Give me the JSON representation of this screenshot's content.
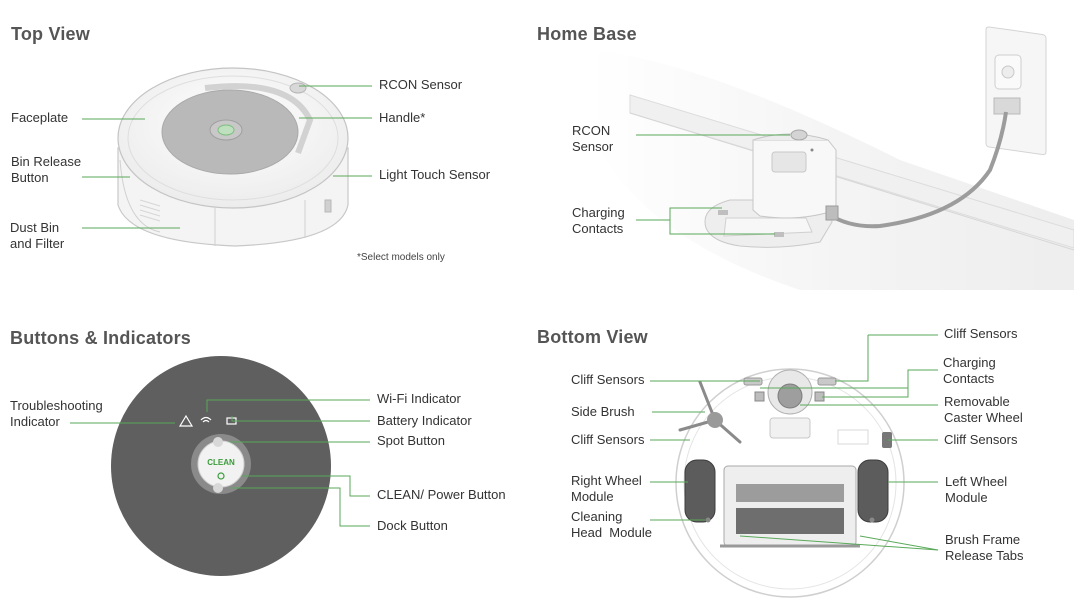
{
  "headings": {
    "top_view": "Top View",
    "home_base": "Home Base",
    "buttons": "Buttons & Indicators",
    "bottom_view": "Bottom View"
  },
  "top_view": {
    "rcon": "RCON Sensor",
    "faceplate": "Faceplate",
    "handle": "Handle*",
    "bin_release_1": "Bin Release",
    "bin_release_2": "Button",
    "light_touch": "Light Touch Sensor",
    "dust_bin_1": "Dust Bin",
    "dust_bin_2": "and Filter",
    "note": "*Select models only"
  },
  "home_base": {
    "rcon_1": "RCON",
    "rcon_2": "Sensor",
    "charging_1": "Charging",
    "charging_2": "Contacts"
  },
  "buttons": {
    "troubleshooting_1": "Troubleshooting",
    "troubleshooting_2": "Indicator",
    "wifi": "Wi-Fi Indicator",
    "battery": "Battery Indicator",
    "spot": "Spot Button",
    "clean_power": "CLEAN/ Power Button",
    "dock": "Dock Button",
    "clean_label": "CLEAN"
  },
  "bottom_view": {
    "cliff_top_right": "Cliff Sensors",
    "charging_1": "Charging",
    "charging_2": "Contacts",
    "cliff_left_top": "Cliff Sensors",
    "side_brush": "Side Brush",
    "caster_1": "Removable",
    "caster_2": "Caster Wheel",
    "cliff_left_mid": "Cliff Sensors",
    "cliff_right_mid": "Cliff Sensors",
    "right_wheel_1": "Right Wheel",
    "right_wheel_2": "Module",
    "left_wheel_1": "Left Wheel",
    "left_wheel_2": "Module",
    "cleaning_head_1": "Cleaning",
    "cleaning_head_2": "Head  Module",
    "brush_frame_1": "Brush Frame",
    "brush_frame_2": "Release Tabs"
  },
  "colors": {
    "leader": "#5aa95a",
    "accent_green": "#3a9c3a",
    "body_gray": "#5f5f5f"
  }
}
